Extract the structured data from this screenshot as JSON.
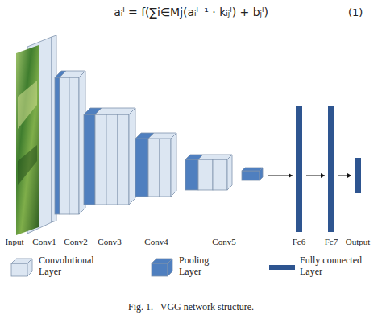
{
  "diagram": {
    "caption": "Fig. 1.   VGG network structure.",
    "nodes": [
      {
        "text": [
          "Input"
        ]
      },
      {
        "text": [
          "Conv1"
        ]
      },
      {
        "text": [
          "Conv2"
        ]
      },
      {
        "text": [
          "Conv3"
        ]
      },
      {
        "text": [
          "Conv4"
        ]
      },
      {
        "text": [
          "Conv5"
        ]
      },
      {
        "text": [
          "Fc6"
        ]
      },
      {
        "text": [
          "Fc7"
        ]
      },
      {
        "text": [
          "Output"
        ]
      }
    ],
    "edges": [
      {
        "from": 5,
        "to": 6,
        "arrow": "to"
      },
      {
        "from": 6,
        "to": 7,
        "arrow": "to"
      },
      {
        "from": 7,
        "to": 8,
        "arrow": "to"
      }
    ],
    "labels": [
      "aᵢˡ = f(∑i∈Mj(aᵢˡ⁻¹ · kᵢⱼˡ) + bⱼˡ)",
      "(1)"
    ],
    "legend": [
      {
        "text": "Convolutional Layer",
        "color": "#dce6f2"
      },
      {
        "text": "Pooling Layer",
        "color": "#4f7fbf"
      },
      {
        "text": "Fully connected Layer",
        "color": "#2e5590"
      }
    ]
  }
}
